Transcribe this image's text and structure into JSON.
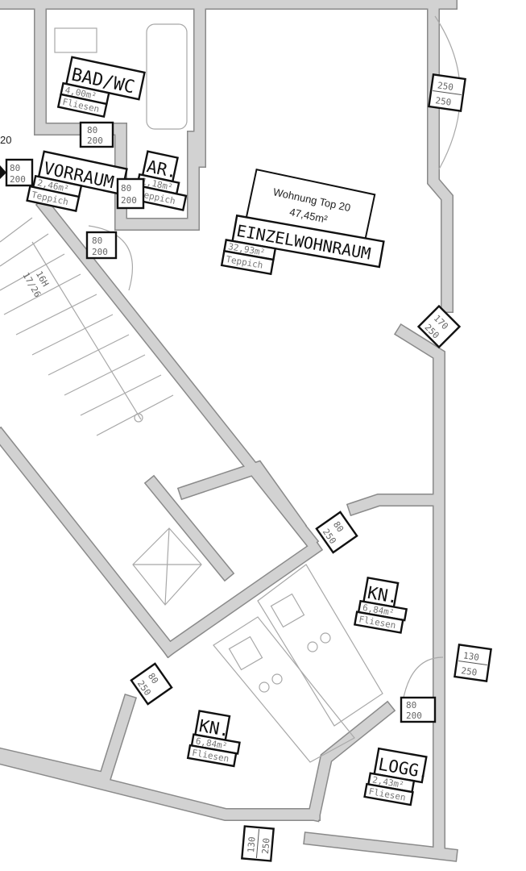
{
  "apartment": {
    "title": "Wohnung Top 20",
    "area": "47,45m²"
  },
  "side_label": "20",
  "stair": {
    "steps": "16H",
    "ratio": "17/26"
  },
  "rooms": [
    {
      "name": "BAD/WC",
      "area": "4,00m²",
      "floor": "Fliesen"
    },
    {
      "name": "VORRAUM",
      "area": "2,46m²",
      "floor": "Teppich"
    },
    {
      "name": "AR.",
      "area": "1,18m²",
      "floor": "Teppich"
    },
    {
      "name": "EINZELWOHNRAUM",
      "area": "32,93m²",
      "floor": "Teppich"
    },
    {
      "name": "KN.",
      "area": "6,84m²",
      "floor": "Fliesen"
    },
    {
      "name": "KN.",
      "area": "6,84m²",
      "floor": "Fliesen"
    },
    {
      "name": "LOGG.",
      "area": "2,43m²",
      "floor": "Fliesen"
    }
  ],
  "openings": [
    {
      "w": "250",
      "h": "250"
    },
    {
      "w": "170",
      "h": "250"
    },
    {
      "w": "80",
      "h": "250"
    },
    {
      "w": "130",
      "h": "250"
    },
    {
      "w": "80",
      "h": "250"
    },
    {
      "w": "130",
      "h": "250"
    },
    {
      "w": "80",
      "h": "200"
    },
    {
      "w": "80",
      "h": "200"
    },
    {
      "w": "80",
      "h": "200"
    },
    {
      "w": "80",
      "h": "200"
    },
    {
      "w": "80",
      "h": "200"
    }
  ],
  "colors": {
    "wall": "#d2d2d2",
    "outline": "#8a8a8a",
    "label": "#111111"
  }
}
